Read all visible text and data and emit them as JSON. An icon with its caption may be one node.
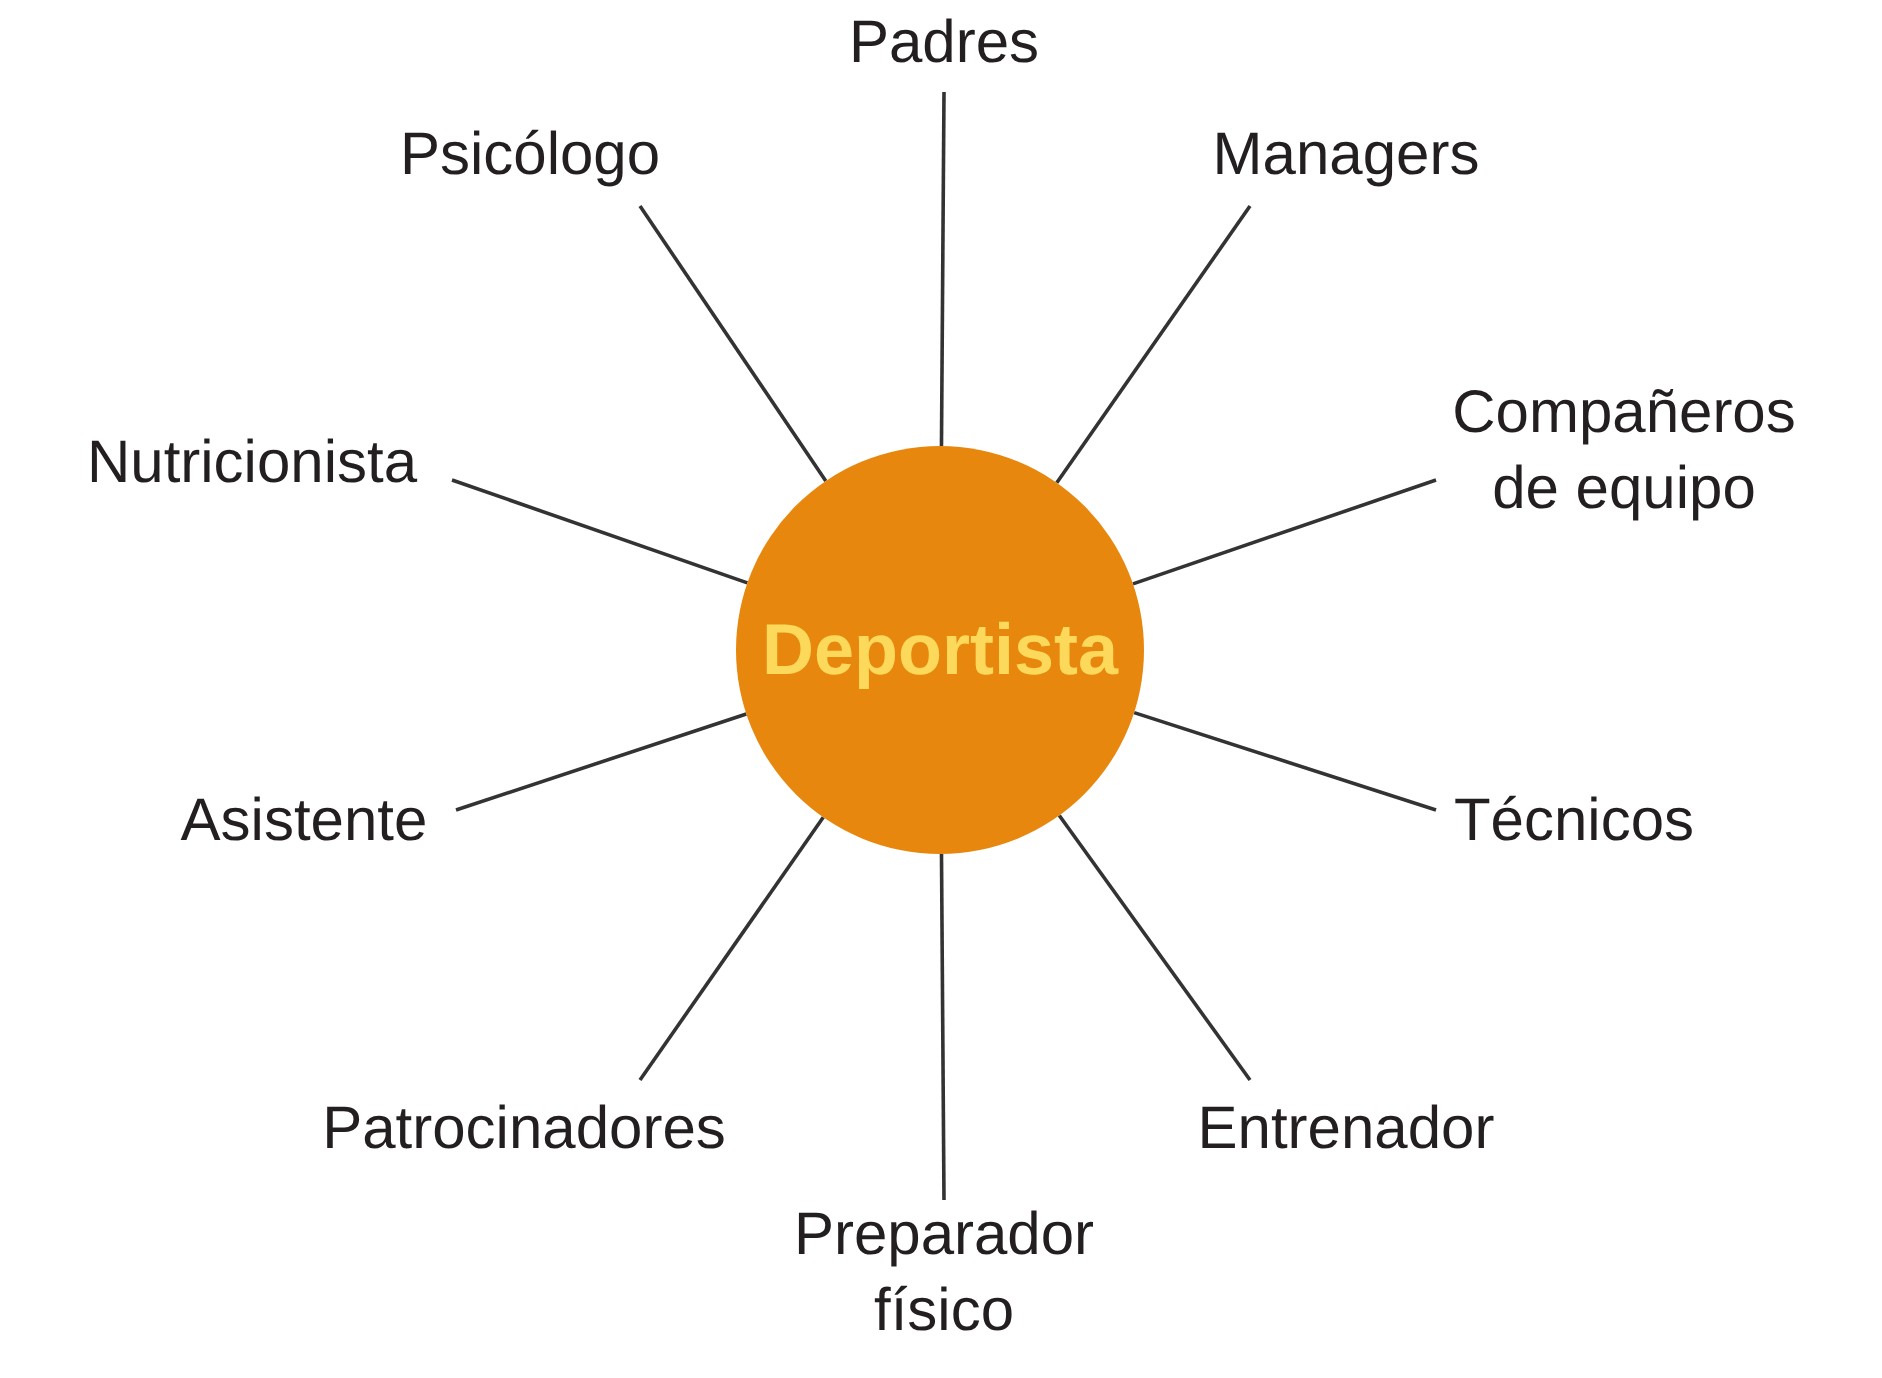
{
  "diagram": {
    "nodes": [
      {
        "text": [
          "Padres"
        ]
      },
      {
        "text": [
          "Psicólogo"
        ]
      },
      {
        "text": [
          "Managers"
        ]
      },
      {
        "text": [
          "Nutricionista"
        ]
      },
      {
        "text": [
          "Compañeros de equipo"
        ]
      },
      {
        "text": [
          "Deportista"
        ]
      },
      {
        "text": [
          "Asistente"
        ]
      },
      {
        "text": [
          "Técnicos"
        ]
      },
      {
        "text": [
          "Patrocinadores"
        ]
      },
      {
        "text": [
          "Entrenador"
        ]
      },
      {
        "text": [
          "Preparador físico"
        ]
      }
    ],
    "edges": [
      {
        "from": 5,
        "to": 0,
        "arrow": "none"
      },
      {
        "from": 5,
        "to": 1,
        "arrow": "none"
      },
      {
        "from": 5,
        "to": 2,
        "arrow": "none"
      },
      {
        "from": 5,
        "to": 3,
        "arrow": "none"
      },
      {
        "from": 5,
        "to": 4,
        "arrow": "none"
      },
      {
        "from": 5,
        "to": 6,
        "arrow": "none"
      },
      {
        "from": 5,
        "to": 7,
        "arrow": "none"
      },
      {
        "from": 5,
        "to": 8,
        "arrow": "none"
      },
      {
        "from": 5,
        "to": 9,
        "arrow": "none"
      },
      {
        "from": 5,
        "to": 10,
        "arrow": "none"
      }
    ]
  }
}
